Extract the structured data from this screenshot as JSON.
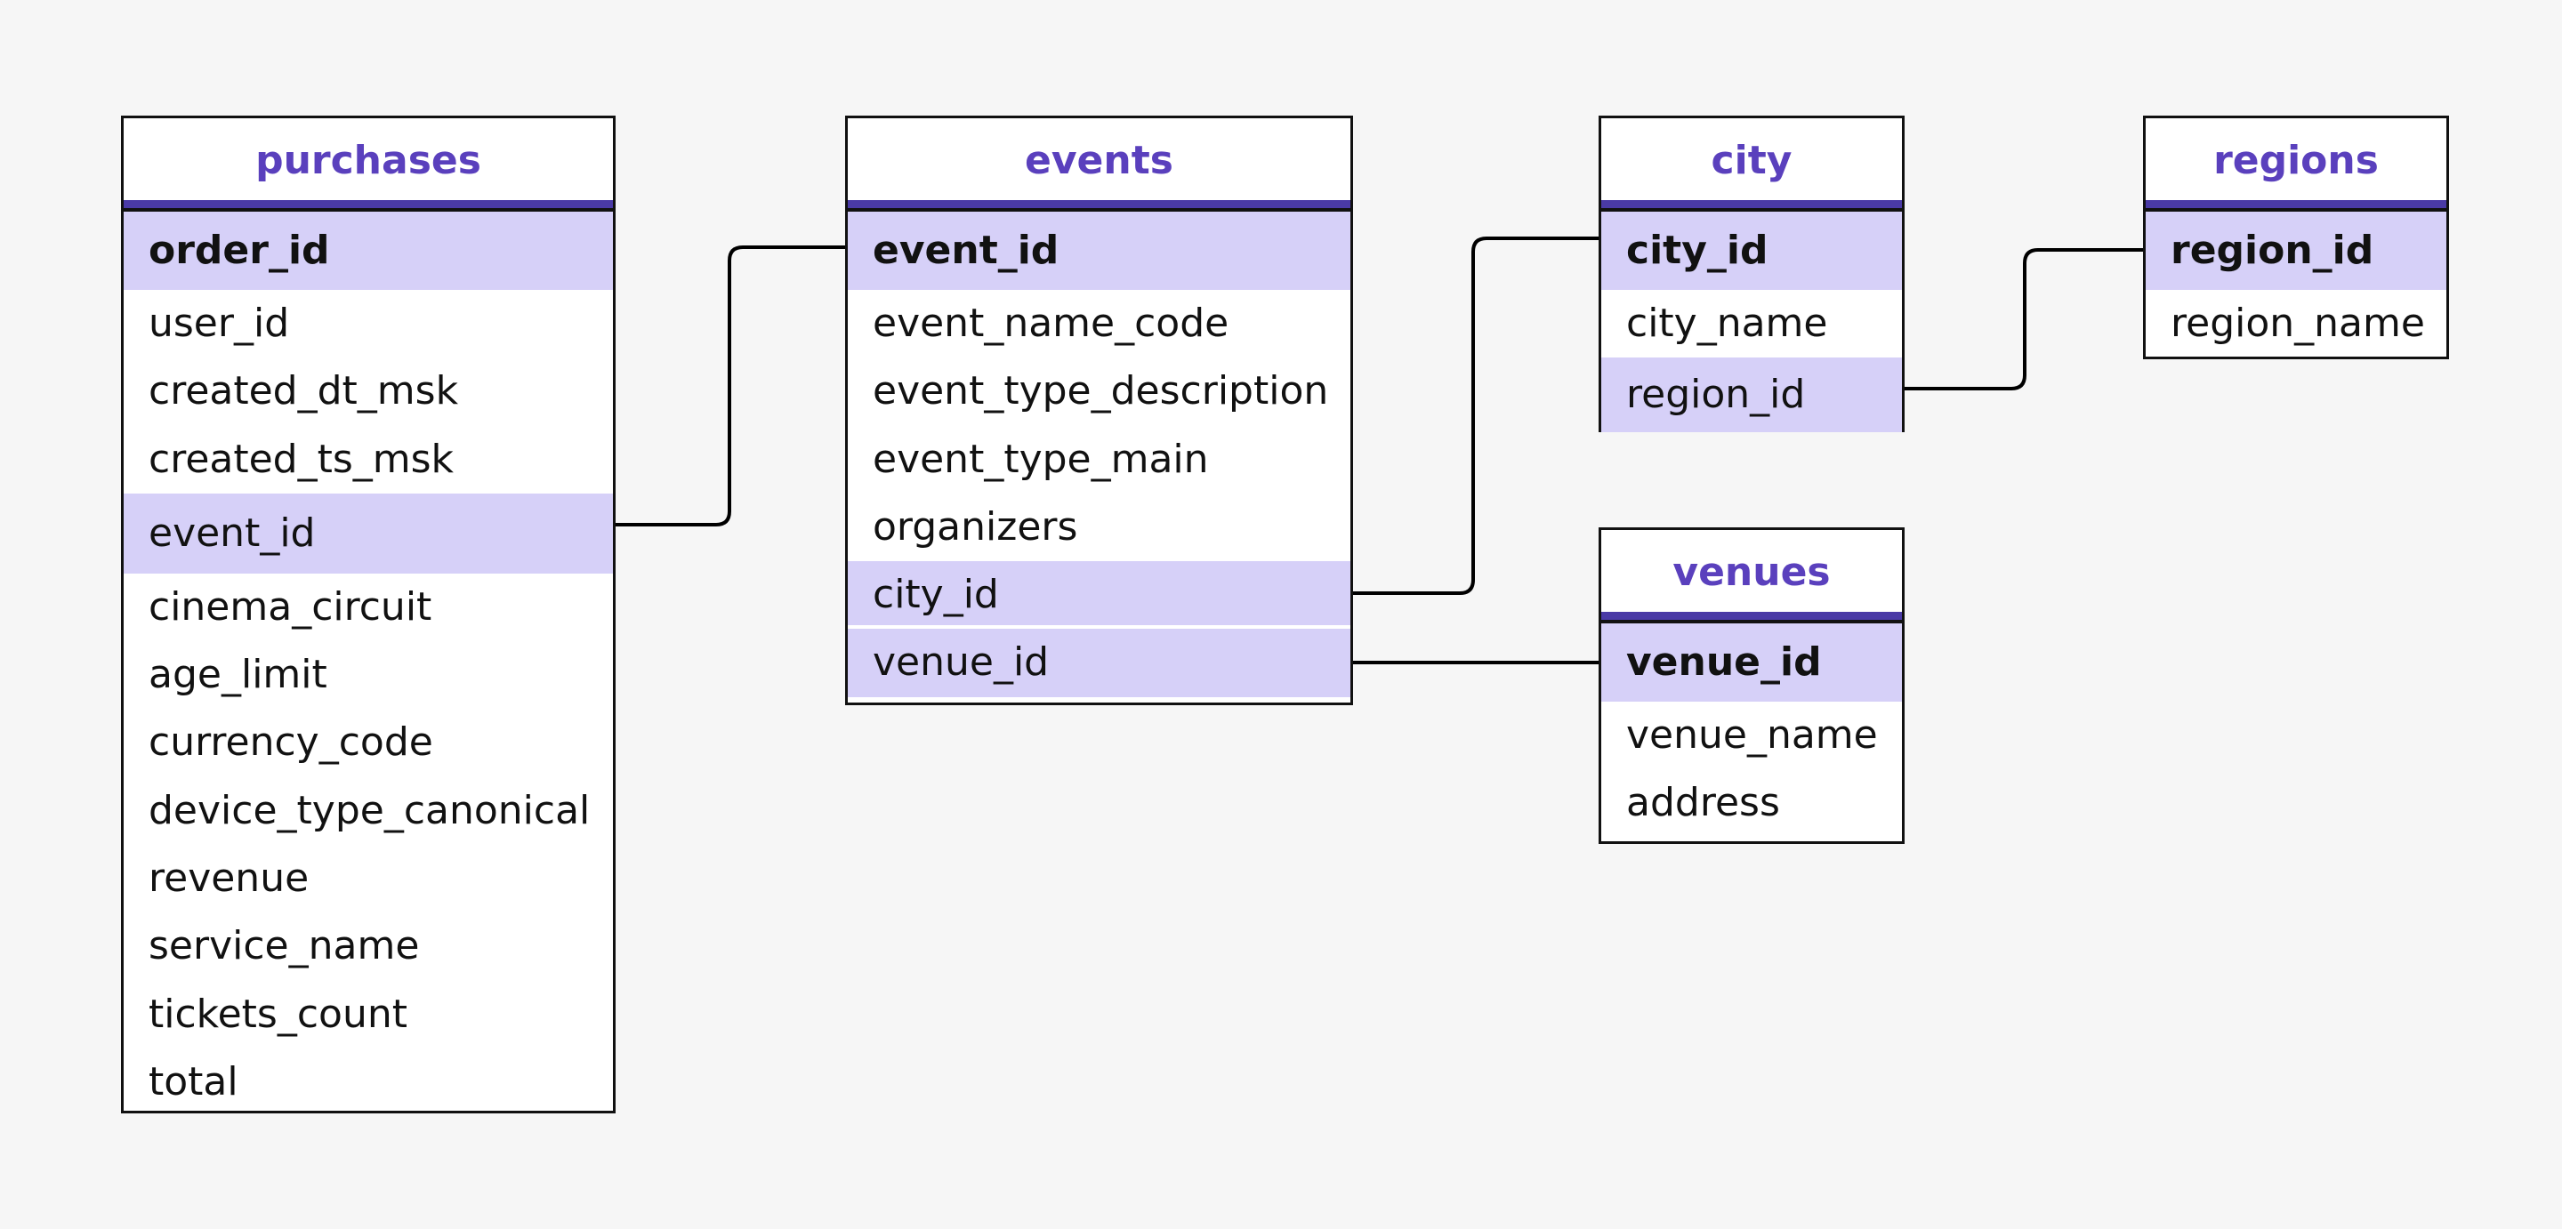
{
  "diagram": {
    "tables": {
      "purchases": {
        "title": "purchases",
        "columns": [
          "order_id",
          "user_id",
          "created_dt_msk",
          "created_ts_msk",
          "event_id",
          "cinema_circuit",
          "age_limit",
          "currency_code",
          "device_type_canonical",
          "revenue",
          "service_name",
          "tickets_count",
          "total"
        ]
      },
      "events": {
        "title": "events",
        "columns": [
          "event_id",
          "event_name_code",
          "event_type_description",
          "event_type_main",
          "organizers",
          "city_id",
          "venue_id"
        ]
      },
      "city": {
        "title": "city",
        "columns": [
          "city_id",
          "city_name",
          "region_id"
        ]
      },
      "regions": {
        "title": "regions",
        "columns": [
          "region_id",
          "region_name"
        ]
      },
      "venues": {
        "title": "venues",
        "columns": [
          "venue_id",
          "venue_name",
          "address"
        ]
      }
    },
    "colors": {
      "title_text": "#5a40bd",
      "key_row": "#d6d0f8",
      "title_rule": "#4a3aa6",
      "background": "#f6f6f6"
    }
  }
}
